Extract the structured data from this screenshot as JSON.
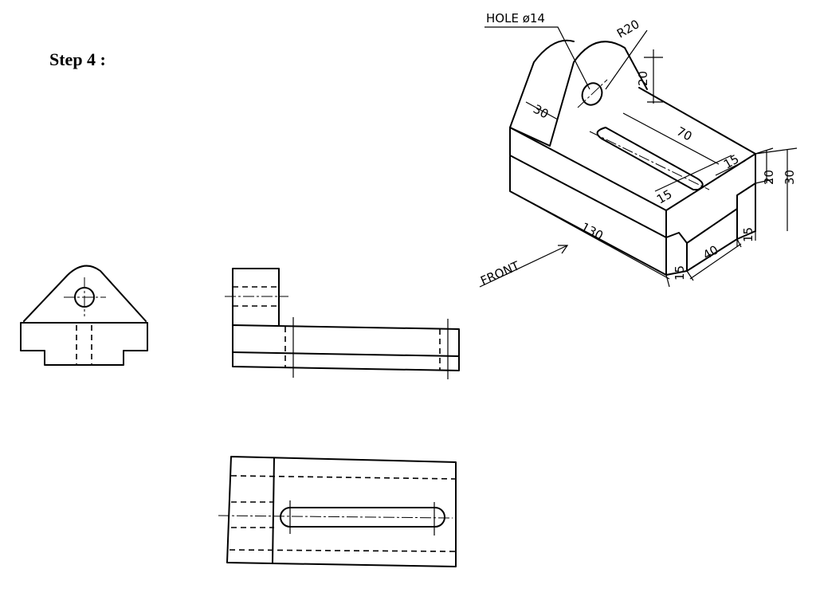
{
  "step_title": "Step 4 :",
  "isometric": {
    "hole_label": "HOLE ø14",
    "radius_label": "R20",
    "front_label": "FRONT",
    "dims": {
      "d30_top": "30",
      "d20_boss": "20",
      "d70": "70",
      "d15_slot_w": "15",
      "d15_slot_end": "15",
      "d130": "130",
      "d20_side": "20",
      "d30_side": "30",
      "d15_step_r": "15",
      "d40": "40",
      "d15_step_l": "15"
    }
  }
}
